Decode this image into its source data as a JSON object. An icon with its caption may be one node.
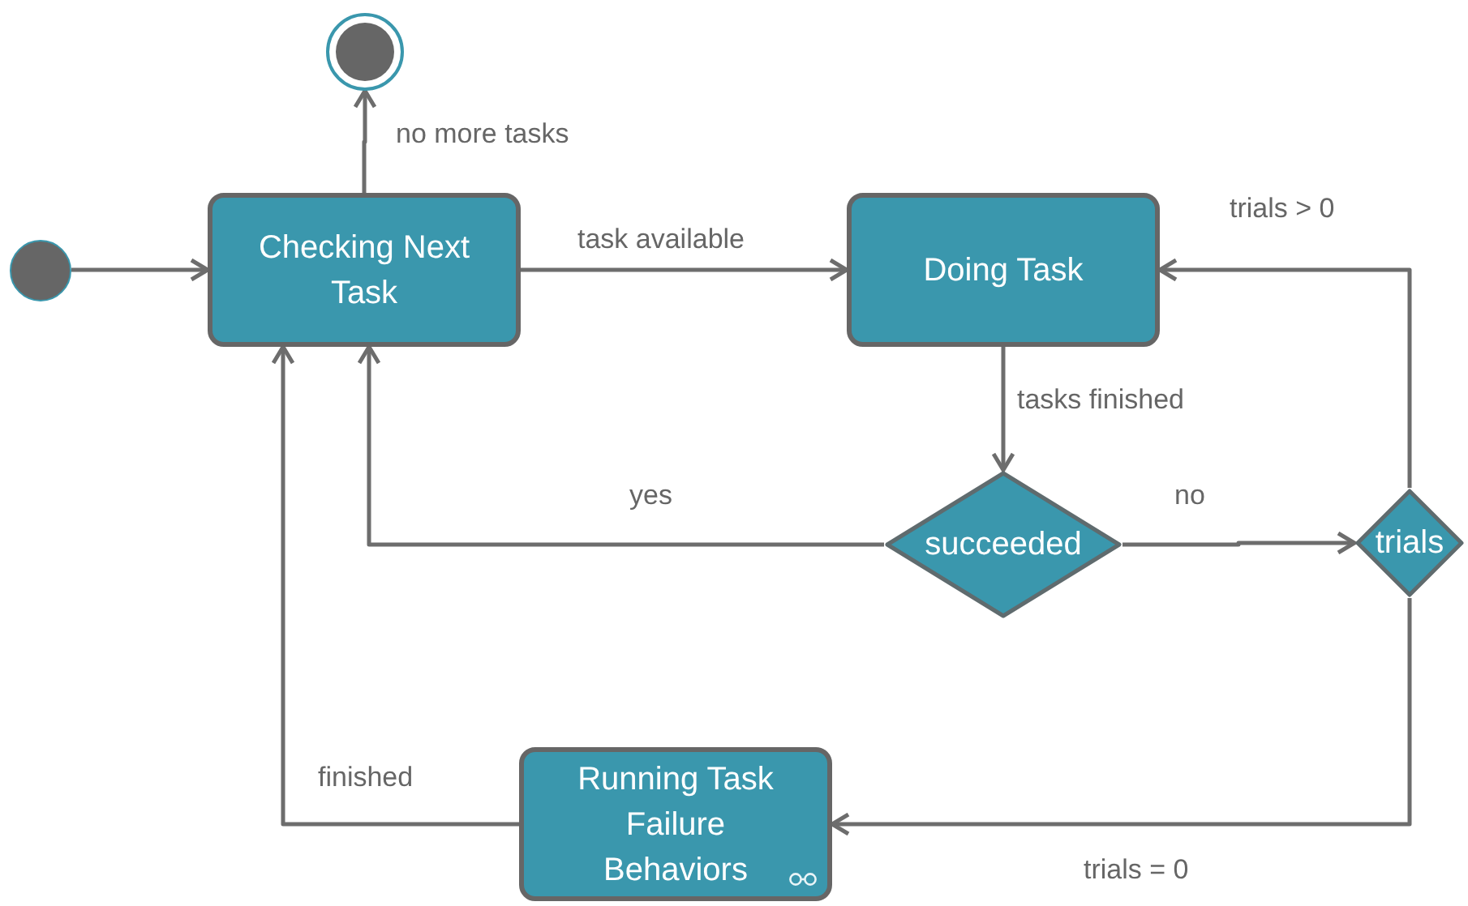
{
  "diagram": {
    "nodes": [
      {
        "text": [],
        "shape": "circle"
      },
      {
        "text": [],
        "shape": "circle"
      },
      {
        "text": [
          "Checking Next Task"
        ]
      },
      {
        "text": [
          "Doing Task"
        ]
      },
      {
        "text": [
          "succeeded"
        ]
      },
      {
        "text": [
          "trials"
        ]
      },
      {
        "text": [
          "Running Task Failure Behaviors"
        ]
      }
    ],
    "edges": [
      {
        "from": 0,
        "to": 2,
        "arrow": "to"
      },
      {
        "from": 2,
        "to": 1,
        "arrow": "to",
        "label": "no more tasks"
      },
      {
        "from": 2,
        "to": 3,
        "arrow": "to",
        "label": "task available"
      },
      {
        "from": 3,
        "to": 4,
        "arrow": "to",
        "label": "tasks finished"
      },
      {
        "from": 4,
        "to": 2,
        "arrow": "to",
        "label": "yes"
      },
      {
        "from": 4,
        "to": 5,
        "arrow": "to",
        "label": "no"
      },
      {
        "from": 5,
        "to": 3,
        "arrow": "to",
        "label": "trials > 0"
      },
      {
        "from": 5,
        "to": 6,
        "arrow": "to",
        "label": "trials = 0"
      },
      {
        "from": 6,
        "to": 2,
        "arrow": "to",
        "label": "finished"
      }
    ]
  }
}
